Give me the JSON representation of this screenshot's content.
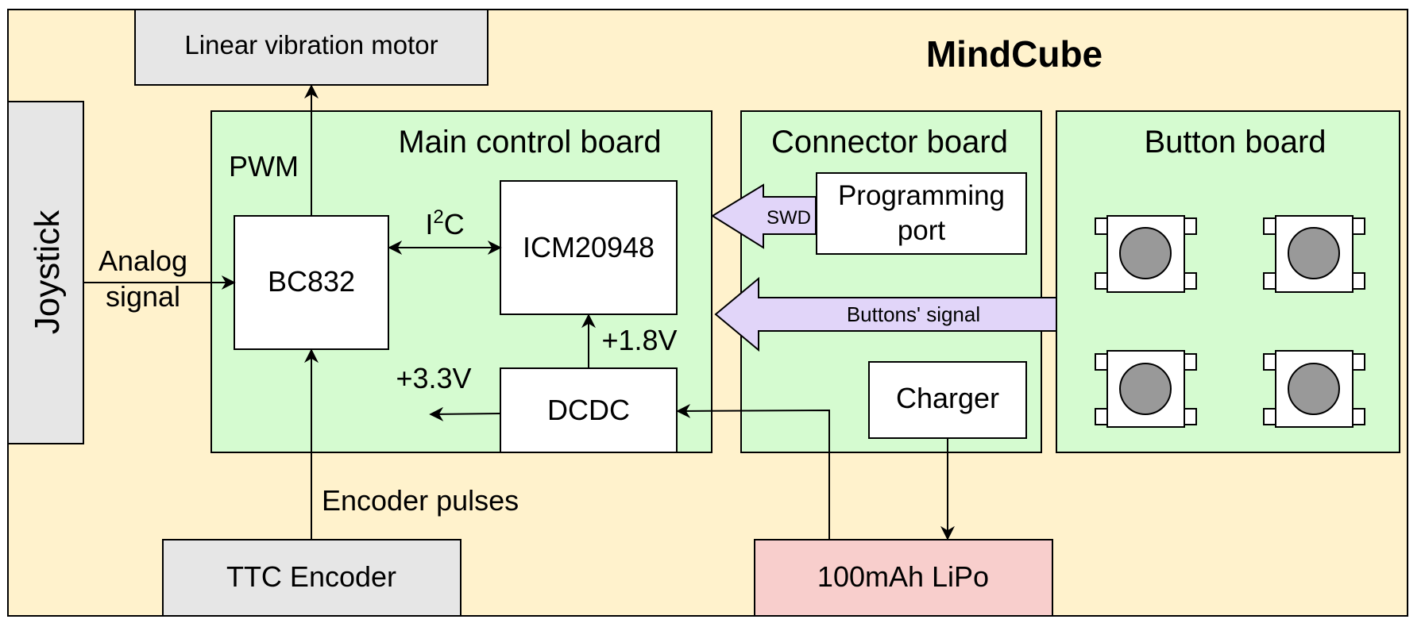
{
  "title": "MindCube",
  "boards": {
    "main": "Main control board",
    "connector": "Connector board",
    "button": "Button board"
  },
  "external": {
    "motor": "Linear vibration motor",
    "joystick": "Joystick",
    "encoder": "TTC Encoder",
    "battery": "100mAh LiPo"
  },
  "chips": {
    "mcu": "BC832",
    "imu": "ICM20948",
    "dcdc": "DCDC",
    "charger": "Charger",
    "prog_line1": "Programming",
    "prog_line2": "port"
  },
  "signals": {
    "pwm": "PWM",
    "analog_line1": "Analog",
    "analog_line2": "signal",
    "i2c_base": "I",
    "i2c_sup": "2",
    "i2c_tail": "C",
    "v18": "+1.8V",
    "v33": "+3.3V",
    "encoder_pulses": "Encoder pulses",
    "swd": "SWD",
    "buttons_signal": "Buttons' signal"
  },
  "colors": {
    "background": "#fff2cc",
    "board": "#d5fbd0",
    "external": "#e6e6e6",
    "battery": "#f8cecc",
    "arrow_fill": "#e1d5f9",
    "button_cap": "#999999"
  }
}
